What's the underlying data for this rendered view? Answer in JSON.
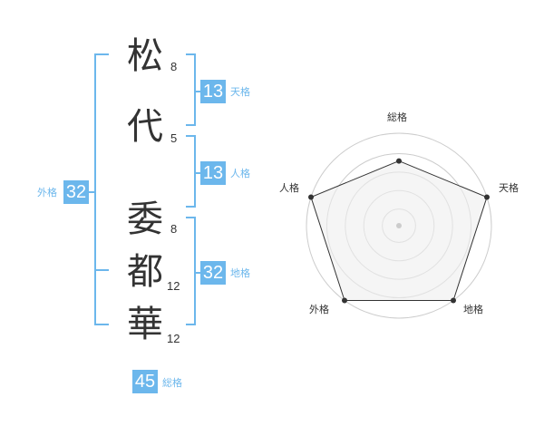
{
  "characters": [
    {
      "char": "松",
      "strokes": "8"
    },
    {
      "char": "代",
      "strokes": "5"
    },
    {
      "char": "委",
      "strokes": "8"
    },
    {
      "char": "都",
      "strokes": "12"
    },
    {
      "char": "華",
      "strokes": "12"
    }
  ],
  "fortunes": {
    "tenkaku": {
      "value": "13",
      "label": "天格"
    },
    "jinkaku": {
      "value": "13",
      "label": "人格"
    },
    "chikaku": {
      "value": "32",
      "label": "地格"
    },
    "gaikaku": {
      "value": "32",
      "label": "外格"
    },
    "soukaku": {
      "value": "45",
      "label": "総格"
    }
  },
  "radar": {
    "labels": {
      "soukaku": "総格",
      "tenkaku": "天格",
      "chikaku": "地格",
      "gaikaku": "外格",
      "jinkaku": "人格"
    },
    "scores": {
      "soukaku": 0.7,
      "tenkaku": 1.0,
      "chikaku": 1.0,
      "gaikaku": 1.0,
      "jinkaku": 1.0
    }
  },
  "colors": {
    "accent": "#6cb7ec",
    "text": "#333333",
    "grid": "#cccccc",
    "fill": "#eeeeee"
  }
}
